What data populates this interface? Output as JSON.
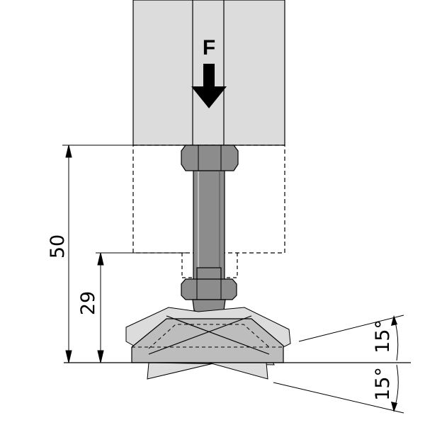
{
  "diagram": {
    "force_label": "F",
    "dim_total": "50",
    "dim_thread": "29",
    "tilt_upper": "15°",
    "tilt_lower": "15°"
  },
  "colors": {
    "profile_fill": "#dcdcdc",
    "part_gray": "#8c8c8c",
    "pad_fill": "#bdbdbd",
    "line": "#000000"
  }
}
